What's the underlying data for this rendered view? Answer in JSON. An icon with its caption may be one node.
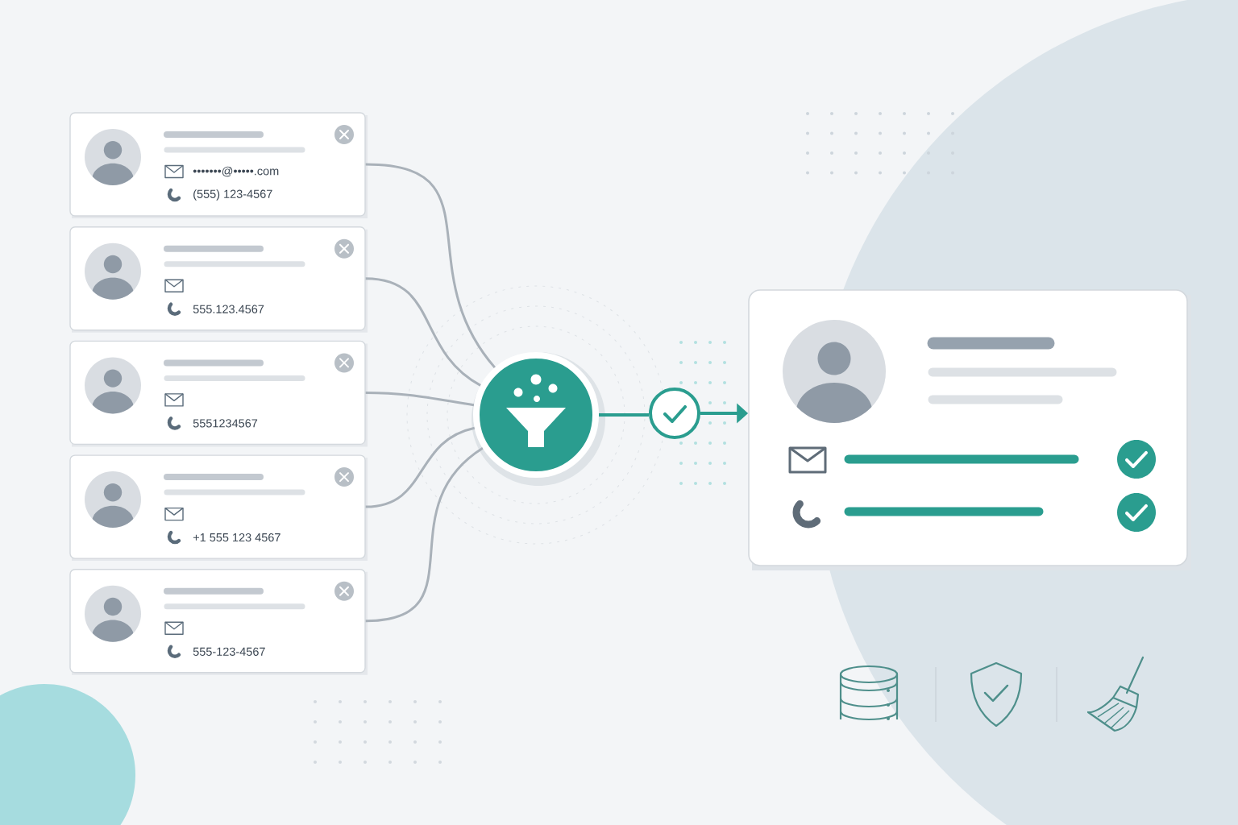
{
  "diagram": {
    "nodes": [
      {
        "text": [
          "•••••••@•••••.com",
          "(555) 123-4567"
        ]
      },
      {
        "text": [
          "555.123.4567"
        ]
      },
      {
        "text": [
          "5551234567"
        ]
      },
      {
        "text": [
          "+1 555 123 4567"
        ]
      },
      {
        "text": [
          "555-123-4567"
        ]
      },
      {
        "text": [],
        "shape": "circle"
      },
      {
        "text": [],
        "shape": "circle"
      },
      {
        "text": [],
        "shape": "box"
      }
    ],
    "edges": [
      {
        "from": 0,
        "to": 5,
        "arrow": "none"
      },
      {
        "from": 1,
        "to": 5,
        "arrow": "none"
      },
      {
        "from": 2,
        "to": 5,
        "arrow": "none"
      },
      {
        "from": 3,
        "to": 5,
        "arrow": "none"
      },
      {
        "from": 4,
        "to": 5,
        "arrow": "none"
      },
      {
        "from": 5,
        "to": 6,
        "arrow": "none",
        "color": "#2a9d8f"
      },
      {
        "from": 6,
        "to": 7,
        "arrow": "to",
        "color": "#2a9d8f"
      }
    ]
  }
}
